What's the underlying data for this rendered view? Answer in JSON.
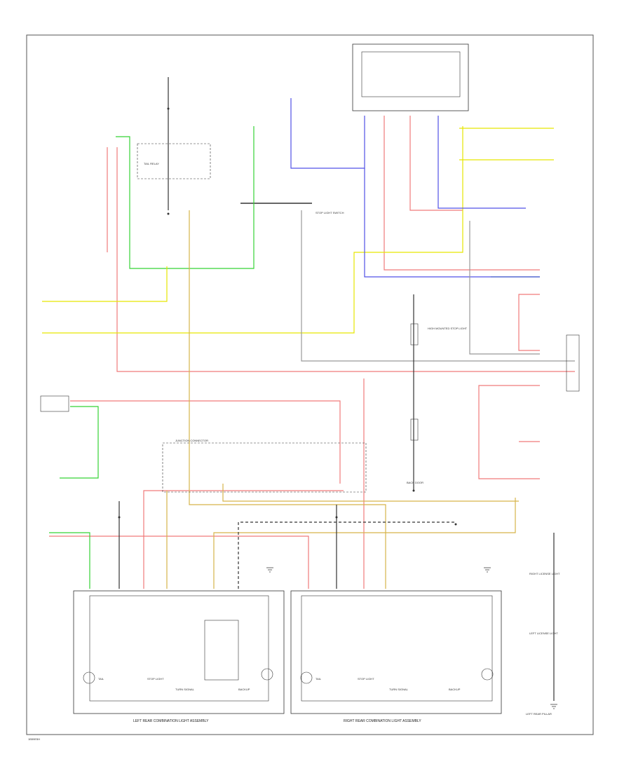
{
  "diagram": {
    "assembly_labels": {
      "left": "LEFT REAR COMBINATION LIGHT ASSEMBLY",
      "right": "RIGHT REAR COMBINATION LIGHT ASSEMBLY"
    },
    "component_labels": {
      "left_tail": "TAIL",
      "left_stop": "STOP LIGHT",
      "left_turn": "TURN SIGNAL",
      "left_backup": "BACKUP",
      "right_tail": "TAIL",
      "right_stop": "STOP LIGHT",
      "right_turn": "TURN SIGNAL",
      "right_backup": "BACKUP",
      "license_right": "RIGHT LICENSE LIGHT",
      "license_left": "LEFT LICENSE LIGHT",
      "stop_switch": "STOP LIGHT SWITCH",
      "tail_relay": "TAIL RELAY",
      "junction_block": "JUNCTION CONNECTOR",
      "back_door": "BACK DOOR",
      "ground_label": "LEFT REAR PILLAR",
      "high_mount": "HIGH MOUNTED STOP LIGHT"
    },
    "wire_colors": {
      "red": "#f07a7a",
      "green": "#35d335",
      "yellow": "#e6e600",
      "blue": "#5050e6",
      "orange": "#d6b44a",
      "black": "#222222",
      "gray": "#999999"
    },
    "footer_code": "1B59E5H"
  }
}
